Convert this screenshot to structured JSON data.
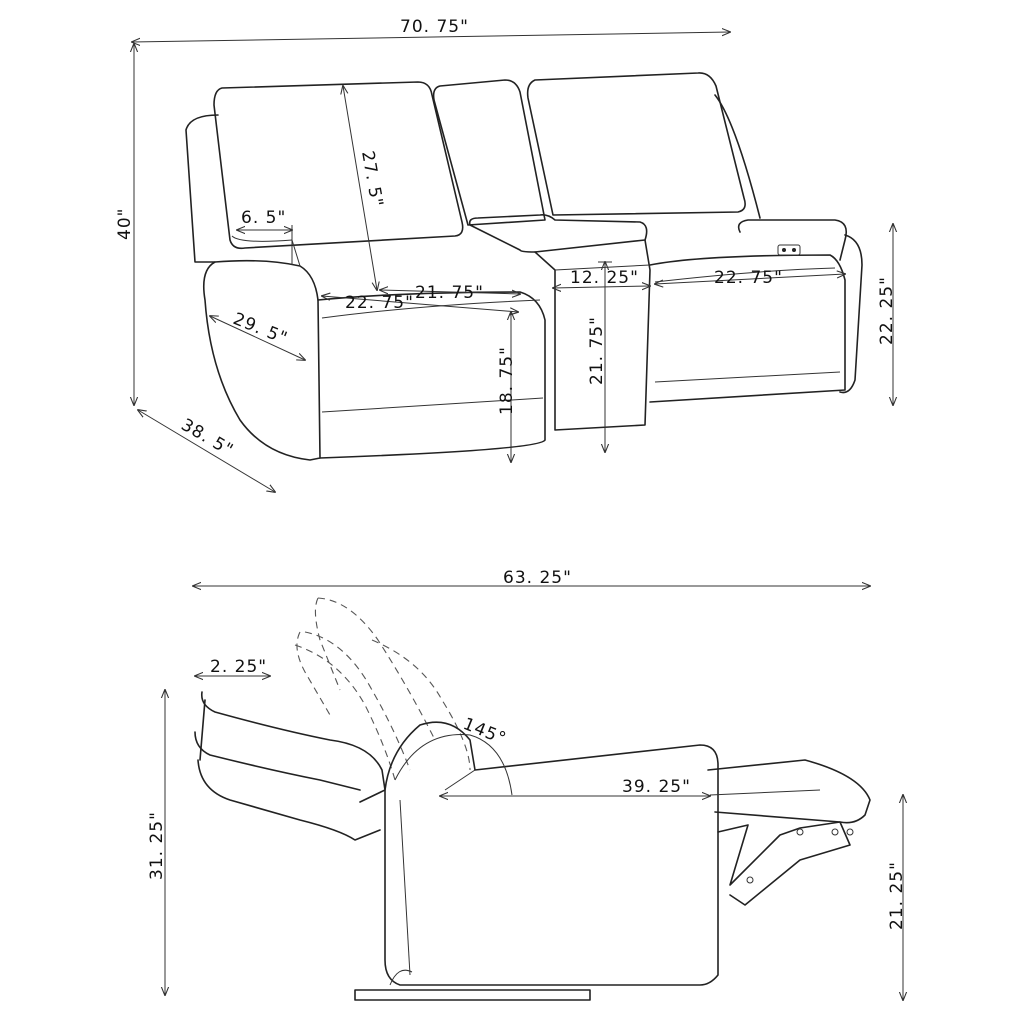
{
  "front_view": {
    "overall_width": "70. 75\"",
    "overall_height": "40\"",
    "overall_depth": "38. 5\"",
    "back_height": "27. 5\"",
    "arm_width": "6. 5\"",
    "arm_depth": "29. 5\"",
    "seat_width_left": "22. 75\"",
    "seat_depth": "21. 75\"",
    "seat_height": "18. 75\"",
    "console_width": "12. 25\"",
    "console_height": "21. 75\"",
    "seat_width_right": "22. 75\"",
    "arm_height": "22. 25\""
  },
  "side_view": {
    "reclined_length": "63. 25\"",
    "headrest_offset": "2. 25\"",
    "recline_angle": "145°",
    "seat_to_footrest": "39. 25\"",
    "back_height": "31. 25\"",
    "footrest_height": "21. 25\""
  },
  "colors": {
    "line": "#222222",
    "background": "#ffffff"
  }
}
